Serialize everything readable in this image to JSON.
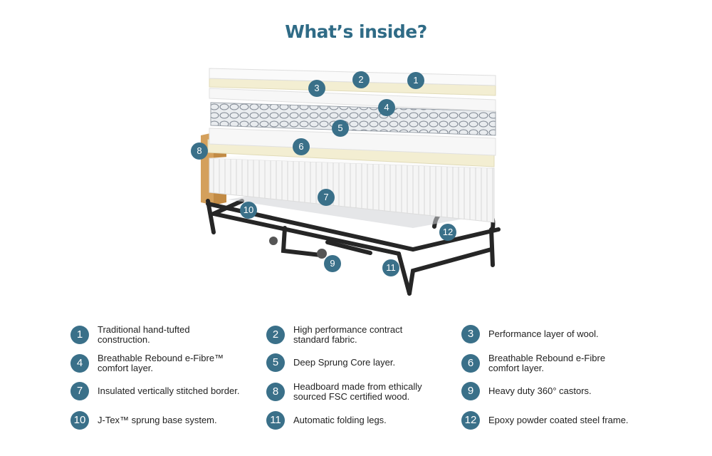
{
  "title": "What’s inside?",
  "colors": {
    "accent": "#3a7089",
    "title": "#2f6b86",
    "text": "#222222"
  },
  "diagram": {
    "badges": [
      {
        "num": "1"
      },
      {
        "num": "2"
      },
      {
        "num": "3"
      },
      {
        "num": "4"
      },
      {
        "num": "5"
      },
      {
        "num": "6"
      },
      {
        "num": "7"
      },
      {
        "num": "8"
      },
      {
        "num": "9"
      },
      {
        "num": "10"
      },
      {
        "num": "11"
      },
      {
        "num": "12"
      }
    ]
  },
  "legend": [
    {
      "num": "1",
      "text": "Traditional hand-tufted construction."
    },
    {
      "num": "2",
      "text": "High performance contract standard fabric."
    },
    {
      "num": "3",
      "text": "Performance layer of wool."
    },
    {
      "num": "4",
      "text": "Breathable Rebound e-Fibre™ comfort layer."
    },
    {
      "num": "5",
      "text": "Deep Sprung Core layer."
    },
    {
      "num": "6",
      "text": "Breathable Rebound e-Fibre comfort layer."
    },
    {
      "num": "7",
      "text": "Insulated vertically stitched border."
    },
    {
      "num": "8",
      "text": "Headboard made from ethically sourced FSC certified wood."
    },
    {
      "num": "9",
      "text": "Heavy duty 360° castors."
    },
    {
      "num": "10",
      "text": "J-Tex™ sprung base system."
    },
    {
      "num": "11",
      "text": "Automatic folding legs."
    },
    {
      "num": "12",
      "text": "Epoxy powder coated steel frame."
    }
  ]
}
